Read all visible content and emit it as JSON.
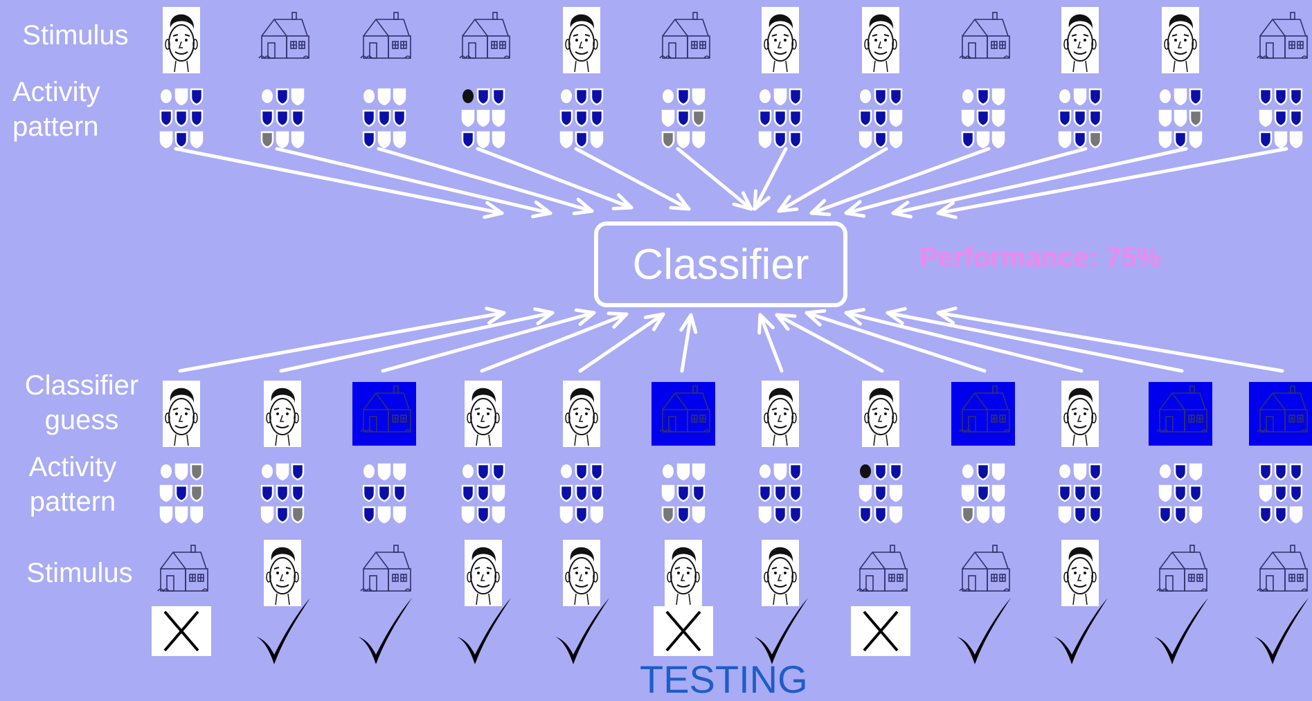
{
  "labels": {
    "stimulus_top": "Stimulus",
    "activity_top": "Activity\npattern",
    "classifier_guess": "Classifier\nguess",
    "activity_bottom": "Activity\npattern",
    "stimulus_bottom": "Stimulus"
  },
  "classifier_label": "Classifier",
  "performance": "Performance: 75%",
  "phase_title": "TESTING",
  "colors": {
    "background": "#a9abf5",
    "arrow": "#ffffff",
    "voxel_active": "#0b0fa8",
    "voxel_gray": "#777777",
    "voxel_off": "#ffffff",
    "guess_house_bg": "#0000ee",
    "performance": "#ee88ee",
    "testing": "#1e5dc6"
  },
  "training": {
    "stimuli": [
      "face",
      "house",
      "house",
      "house",
      "face",
      "house",
      "face",
      "face",
      "house",
      "face",
      "face",
      "house"
    ],
    "patterns": [
      [
        "ewd",
        "ddd",
        "wdw"
      ],
      [
        "edw",
        "ddd",
        "gww"
      ],
      [
        "eww",
        "ddd",
        "dww"
      ],
      [
        "kdd",
        "www",
        "dww"
      ],
      [
        "edd",
        "ddd",
        "wdw"
      ],
      [
        "edw",
        "wdg",
        "gww"
      ],
      [
        "ewd",
        "ddd",
        "wdd"
      ],
      [
        "edd",
        "ddw",
        "wdw"
      ],
      [
        "edw",
        "wdw",
        "dww"
      ],
      [
        "ewd",
        "ddd",
        "wdg"
      ],
      [
        "ewd",
        "wwg",
        "wdw"
      ],
      [
        "ddd",
        "wdd",
        "dww"
      ]
    ]
  },
  "testing": {
    "guesses": [
      "face",
      "face",
      "house",
      "face",
      "face",
      "house",
      "face",
      "face",
      "house",
      "face",
      "house",
      "house"
    ],
    "patterns": [
      [
        "ewg",
        "wdg",
        "www"
      ],
      [
        "ewd",
        "ddd",
        "wdg"
      ],
      [
        "eww",
        "ddd",
        "dww"
      ],
      [
        "edd",
        "ddw",
        "wdw"
      ],
      [
        "edd",
        "ddd",
        "wdw"
      ],
      [
        "eww",
        "wdd",
        "gdw"
      ],
      [
        "ewd",
        "ddd",
        "wdd"
      ],
      [
        "kdd",
        "wdw",
        "ddw"
      ],
      [
        "edw",
        "wdw",
        "gww"
      ],
      [
        "ewd",
        "ddd",
        "wdd"
      ],
      [
        "edw",
        "wdd",
        "ddw"
      ],
      [
        "ddd",
        "wdd",
        "ddw"
      ]
    ],
    "stimuli": [
      "house",
      "face",
      "house",
      "face",
      "face",
      "face",
      "face",
      "house",
      "house",
      "face",
      "house",
      "house"
    ],
    "results": [
      "wrong",
      "correct",
      "correct",
      "correct",
      "correct",
      "wrong",
      "correct",
      "wrong",
      "correct",
      "correct",
      "correct",
      "correct"
    ]
  }
}
